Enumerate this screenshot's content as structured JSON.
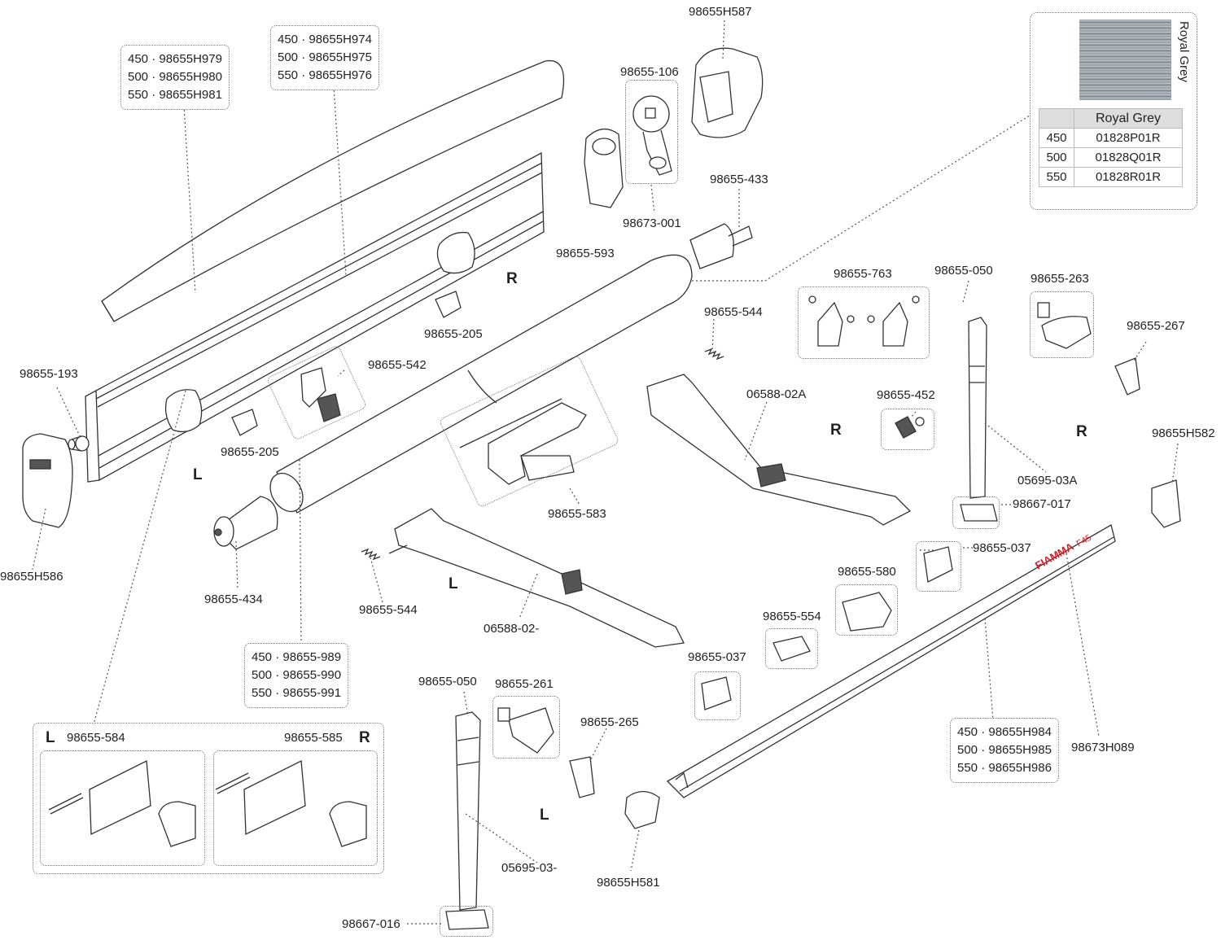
{
  "labels": {
    "h587": "98655H587",
    "p106": "98655-106",
    "p433": "98655-433",
    "p593": "98655-593",
    "p001": "98673-001",
    "p205a": "98655-205",
    "p205b": "98655-205",
    "p193": "98655-193",
    "p542": "98655-542",
    "h586": "98655H586",
    "p434": "98655-434",
    "p583": "98655-583",
    "p544a": "98655-544",
    "p544b": "98655-544",
    "p763": "98655-763",
    "p050a": "98655-050",
    "p263": "98655-263",
    "p267": "98655-267",
    "p452": "98655-452",
    "a02A": "06588-02A",
    "a02": "06588-02-",
    "l03A": "05695-03A",
    "l03": "05695-03-",
    "p017": "98667-017",
    "h582": "98655H582",
    "p037a": "98655-037",
    "p037b": "98655-037",
    "p580": "98655-580",
    "p554": "98655-554",
    "p050b": "98655-050",
    "p261": "98655-261",
    "p265": "98655-265",
    "p016": "98667-016",
    "h581": "98655H581",
    "h089": "98673H089",
    "p584": "98655-584",
    "p585": "98655-585"
  },
  "sides": {
    "r1": "R",
    "r2": "R",
    "r3": "R",
    "l1": "L",
    "l2": "L",
    "l3": "L",
    "l_box": "L",
    "r_box": "R"
  },
  "stacks": {
    "cover": [
      "450 · 98655H979",
      "500 · 98655H980",
      "550 · 98655H981"
    ],
    "case": [
      "450 · 98655H974",
      "500 · 98655H975",
      "550 · 98655H976"
    ],
    "tube": [
      "450 · 98655-989",
      "500 · 98655-990",
      "550 · 98655-991"
    ],
    "front_bar": [
      "450 · 98655H984",
      "500 · 98655H985",
      "550 · 98655H986"
    ]
  },
  "fabric": {
    "swatch_label": "Royal Grey",
    "column_header": "Royal Grey",
    "rows": [
      {
        "size": "450",
        "code": "01828P01R"
      },
      {
        "size": "500",
        "code": "01828Q01R"
      },
      {
        "size": "550",
        "code": "01828R01R"
      }
    ]
  },
  "brand": {
    "text": "FIAMMA",
    "model": "F45",
    "color": "#d32027"
  },
  "colors": {
    "line": "#333333",
    "dotted": "#777777",
    "part_fill": "#ffffff",
    "dark_fill": "#555555"
  }
}
